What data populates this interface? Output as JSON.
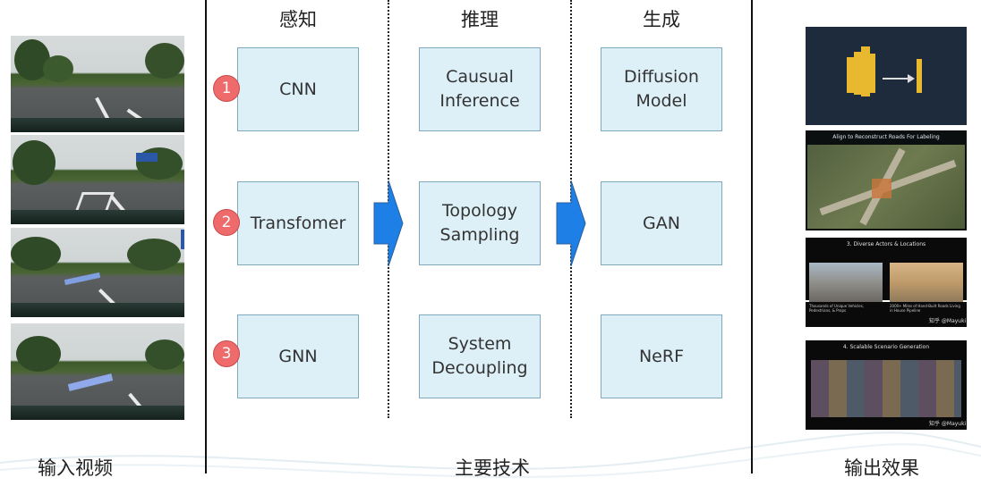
{
  "columns": {
    "perception": "感知",
    "reasoning": "推理",
    "generation": "生成"
  },
  "perception_items": [
    "CNN",
    "Transfomer",
    "GNN"
  ],
  "reasoning_items": [
    "Causual\nInference",
    "Topology\nSampling",
    "System\nDecoupling"
  ],
  "generation_items": [
    "Diffusion\nModel",
    "GAN",
    "NeRF"
  ],
  "badges": [
    "1",
    "2",
    "3"
  ],
  "bottom": {
    "input": "输入视频",
    "main": "主要技术",
    "output": "输出效果"
  },
  "output_thumbs": {
    "road_title": "Align to Reconstruct Roads For Labeling",
    "actors_title": "3. Diverse Actors & Locations",
    "actors_caption_left": "Thousands of Unique Vehicles, Pedestrians, & Props",
    "actors_caption_right": "2000+ Miles of Hand-Built Roads Living in House Pipeline",
    "scenario_title": "4. Scalable Scenario Generation",
    "watermark": "知乎 @Mayuki"
  },
  "colors": {
    "box_fill": "#ddf0f8",
    "box_border": "#7fa9bd",
    "badge": "#ef6a6a",
    "arrow": "#1e7fe6"
  }
}
